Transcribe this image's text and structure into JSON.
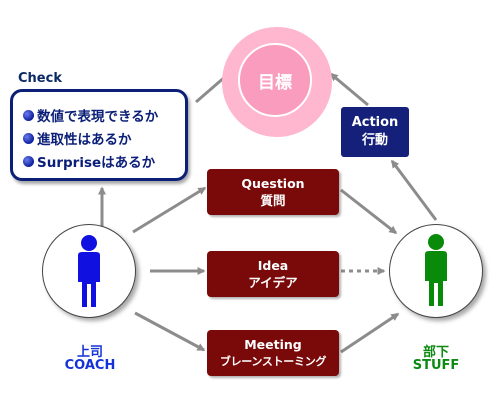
{
  "check": {
    "title": "Check",
    "items": [
      "数値で表現できるか",
      "進取性はあるか",
      "Surpriseはあるか"
    ]
  },
  "goal": {
    "label": "目標"
  },
  "action": {
    "line1": "Action",
    "line2": "行動"
  },
  "boxes": [
    {
      "line1": "Question",
      "line2": "質問"
    },
    {
      "line1": "Idea",
      "line2": "アイデア"
    },
    {
      "line1": "Meeting",
      "line2": "ブレーンストーミング"
    }
  ],
  "boss": {
    "label_ja": "上司",
    "label_en": "COACH"
  },
  "subordinate": {
    "label_ja": "部下",
    "label_en": "STUFF"
  },
  "colors": {
    "navy": "#14207a",
    "maroon": "#7a0a0a",
    "pink": "#ffb6cf",
    "boss_figure": "#1010e0",
    "sub_figure": "#0a8a0a",
    "arrow": "#8c8c8c"
  }
}
